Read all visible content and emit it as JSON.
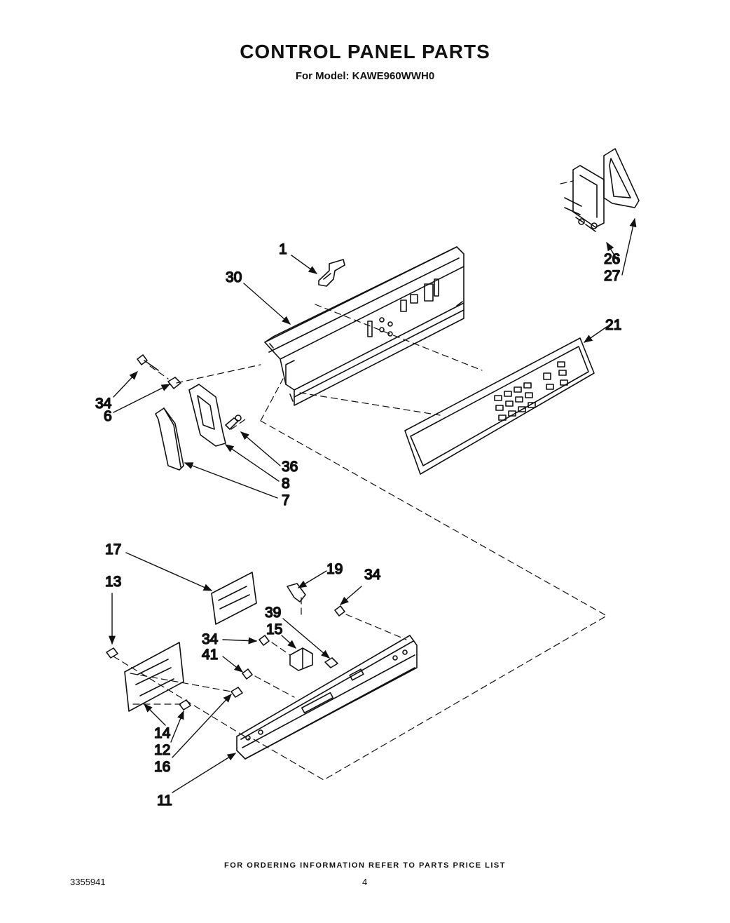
{
  "title": "CONTROL PANEL PARTS",
  "subtitle": "For Model: KAWE960WWH0",
  "callouts": [
    {
      "id": "1",
      "text": "1"
    },
    {
      "id": "30",
      "text": "30"
    },
    {
      "id": "26",
      "text": "26"
    },
    {
      "id": "27",
      "text": "27"
    },
    {
      "id": "21",
      "text": "21"
    },
    {
      "id": "34a",
      "text": "34"
    },
    {
      "id": "6",
      "text": "6"
    },
    {
      "id": "36",
      "text": "36"
    },
    {
      "id": "8",
      "text": "8"
    },
    {
      "id": "7",
      "text": "7"
    },
    {
      "id": "17",
      "text": "17"
    },
    {
      "id": "13",
      "text": "13"
    },
    {
      "id": "19",
      "text": "19"
    },
    {
      "id": "34b",
      "text": "34"
    },
    {
      "id": "39",
      "text": "39"
    },
    {
      "id": "15",
      "text": "15"
    },
    {
      "id": "34c",
      "text": "34"
    },
    {
      "id": "41",
      "text": "41"
    },
    {
      "id": "14",
      "text": "14"
    },
    {
      "id": "12",
      "text": "12"
    },
    {
      "id": "16",
      "text": "16"
    },
    {
      "id": "11",
      "text": "11"
    }
  ],
  "footer": "FOR ORDERING INFORMATION REFER TO PARTS PRICE LIST",
  "doc_number": "3355941",
  "page_number": "4",
  "colors": {
    "ink": "#111111",
    "paper": "#ffffff"
  }
}
